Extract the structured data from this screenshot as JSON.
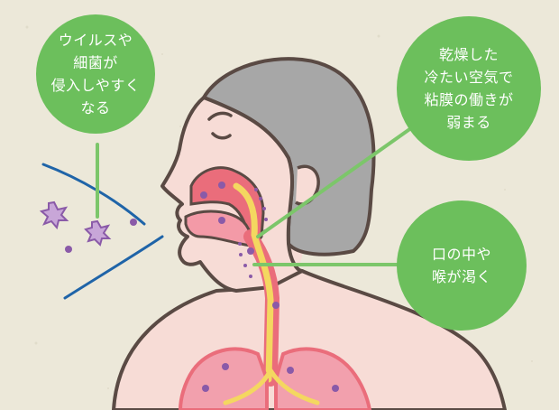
{
  "colors": {
    "background": "#ece8d9",
    "bubble_green": "#6cbf5c",
    "connector_green": "#7cc66a",
    "skin": "#f7dcd6",
    "outline": "#5a4a44",
    "hair": "#a7a7a7",
    "airway_red": "#ea6d7b",
    "airway_pink": "#f39aa7",
    "airway_yellow": "#f4d760",
    "lung_pink": "#f2a0ad",
    "virus_purple": "#8a5aa8",
    "virus_lavender": "#c8a6d8",
    "wind_blue": "#1f64a8"
  },
  "callouts": {
    "virus": {
      "text": "ウイルスや\n細菌が\n侵入しやすく\nなる"
    },
    "dry_air": {
      "text": "乾燥した\n冷たい空気で\n粘膜の働きが\n弱まる"
    },
    "dry_throat": {
      "text": "口の中や\n喉が渇く"
    }
  },
  "icons": [
    "virus-icon",
    "wind-lines-icon"
  ]
}
